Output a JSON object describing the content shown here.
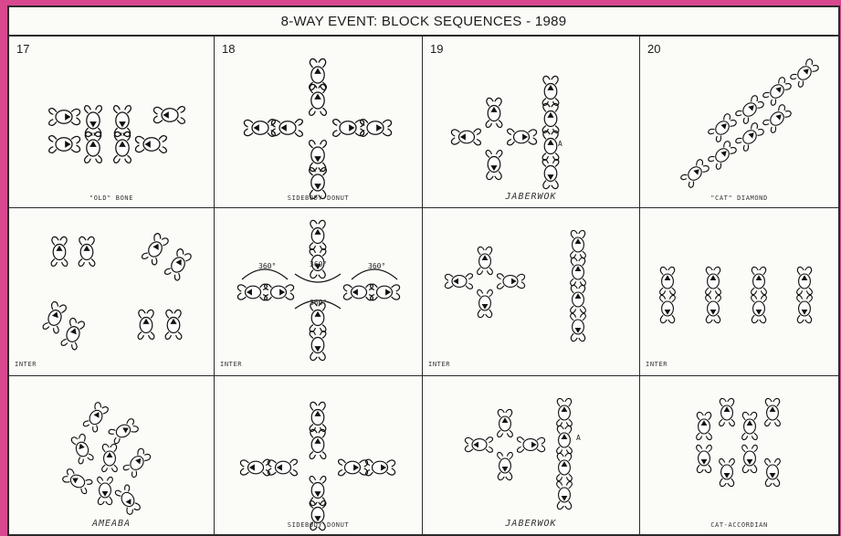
{
  "title": "8-WAY EVENT:  BLOCK SEQUENCES - 1989",
  "blocks": [
    {
      "number": "17",
      "captions": [
        "\"OLD\" BONE",
        "INTER",
        "AMEABA"
      ]
    },
    {
      "number": "18",
      "captions": [
        "SIDEBODY DONUT",
        "INTER",
        "SIDEBODY DONUT"
      ],
      "turn_labels": [
        "360°",
        "360°",
        "360°",
        "360°"
      ]
    },
    {
      "number": "19",
      "captions": [
        "JABERWOK",
        "INTER",
        "JABERWOK"
      ],
      "markers": [
        "A",
        "A"
      ]
    },
    {
      "number": "20",
      "captions": [
        "\"CAT\" DIAMOND",
        "INTER",
        "CAT-ACCORDIAN"
      ]
    }
  ]
}
